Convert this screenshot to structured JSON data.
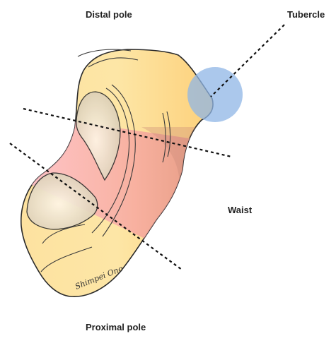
{
  "labels": {
    "distal_pole": "Distal pole",
    "tubercle": "Tubercle",
    "waist": "Waist",
    "proximal_pole": "Proximal pole"
  },
  "signature": "Shimpei Ono",
  "colors": {
    "bone_fill": "#fde9a6",
    "bone_outline": "#2a2a2a",
    "waist_band": "#f4a6a6",
    "tubercle_circle": "#9dbfe8",
    "articular_surface": "#fbe3c8",
    "dashed_line": "#111111"
  }
}
